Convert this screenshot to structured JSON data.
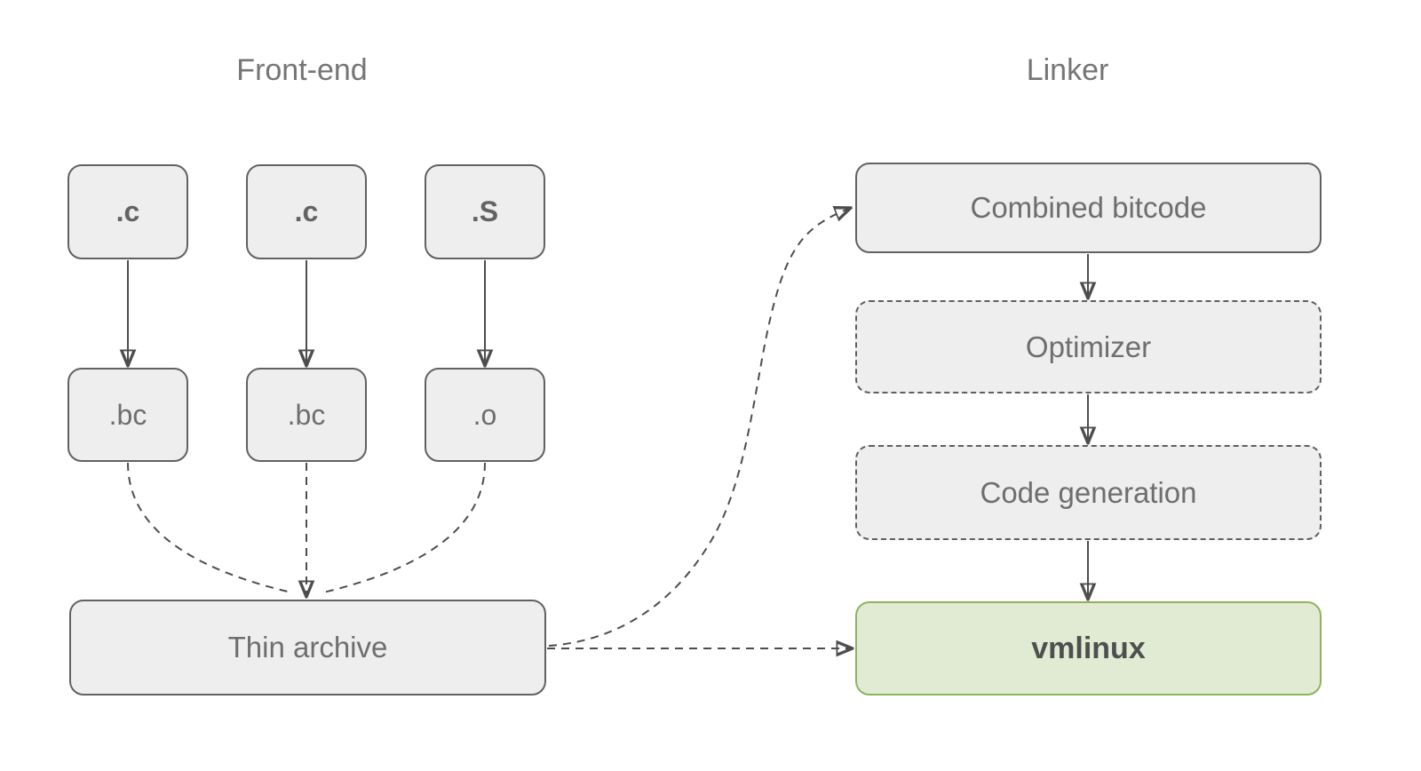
{
  "titles": {
    "frontend": "Front-end",
    "linker": "Linker"
  },
  "nodes": {
    "c1": {
      "label": ".c"
    },
    "c2": {
      "label": ".c"
    },
    "s1": {
      "label": ".S"
    },
    "bc1": {
      "label": ".bc"
    },
    "bc2": {
      "label": ".bc"
    },
    "o1": {
      "label": ".o"
    },
    "thin_archive": {
      "label": "Thin archive"
    },
    "combined_bitcode": {
      "label": "Combined bitcode"
    },
    "optimizer": {
      "label": "Optimizer"
    },
    "code_generation": {
      "label": "Code generation"
    },
    "vmlinux": {
      "label": "vmlinux"
    }
  },
  "edges": [
    {
      "from": "c1",
      "to": "bc1",
      "style": "solid"
    },
    {
      "from": "c2",
      "to": "bc2",
      "style": "solid"
    },
    {
      "from": "s1",
      "to": "o1",
      "style": "solid"
    },
    {
      "from": "bc1",
      "to": "thin_archive",
      "style": "dashed"
    },
    {
      "from": "bc2",
      "to": "thin_archive",
      "style": "dashed"
    },
    {
      "from": "o1",
      "to": "thin_archive",
      "style": "dashed"
    },
    {
      "from": "thin_archive",
      "to": "combined_bitcode",
      "style": "dashed"
    },
    {
      "from": "thin_archive",
      "to": "vmlinux",
      "style": "dashed"
    },
    {
      "from": "combined_bitcode",
      "to": "optimizer",
      "style": "solid"
    },
    {
      "from": "optimizer",
      "to": "code_generation",
      "style": "solid"
    },
    {
      "from": "code_generation",
      "to": "vmlinux",
      "style": "solid"
    }
  ],
  "colors": {
    "background": "#ffffff",
    "box_fill": "#eeeeee",
    "box_border": "#616161",
    "dashed_border": "#5f5f5f",
    "label_text": "#6e6e6e",
    "title_text": "#757575",
    "arrow": "#4d4d4d",
    "vmlinux_fill": "#e1ebd3",
    "vmlinux_border": "#8fb261",
    "vmlinux_text": "#4f4f4f"
  }
}
